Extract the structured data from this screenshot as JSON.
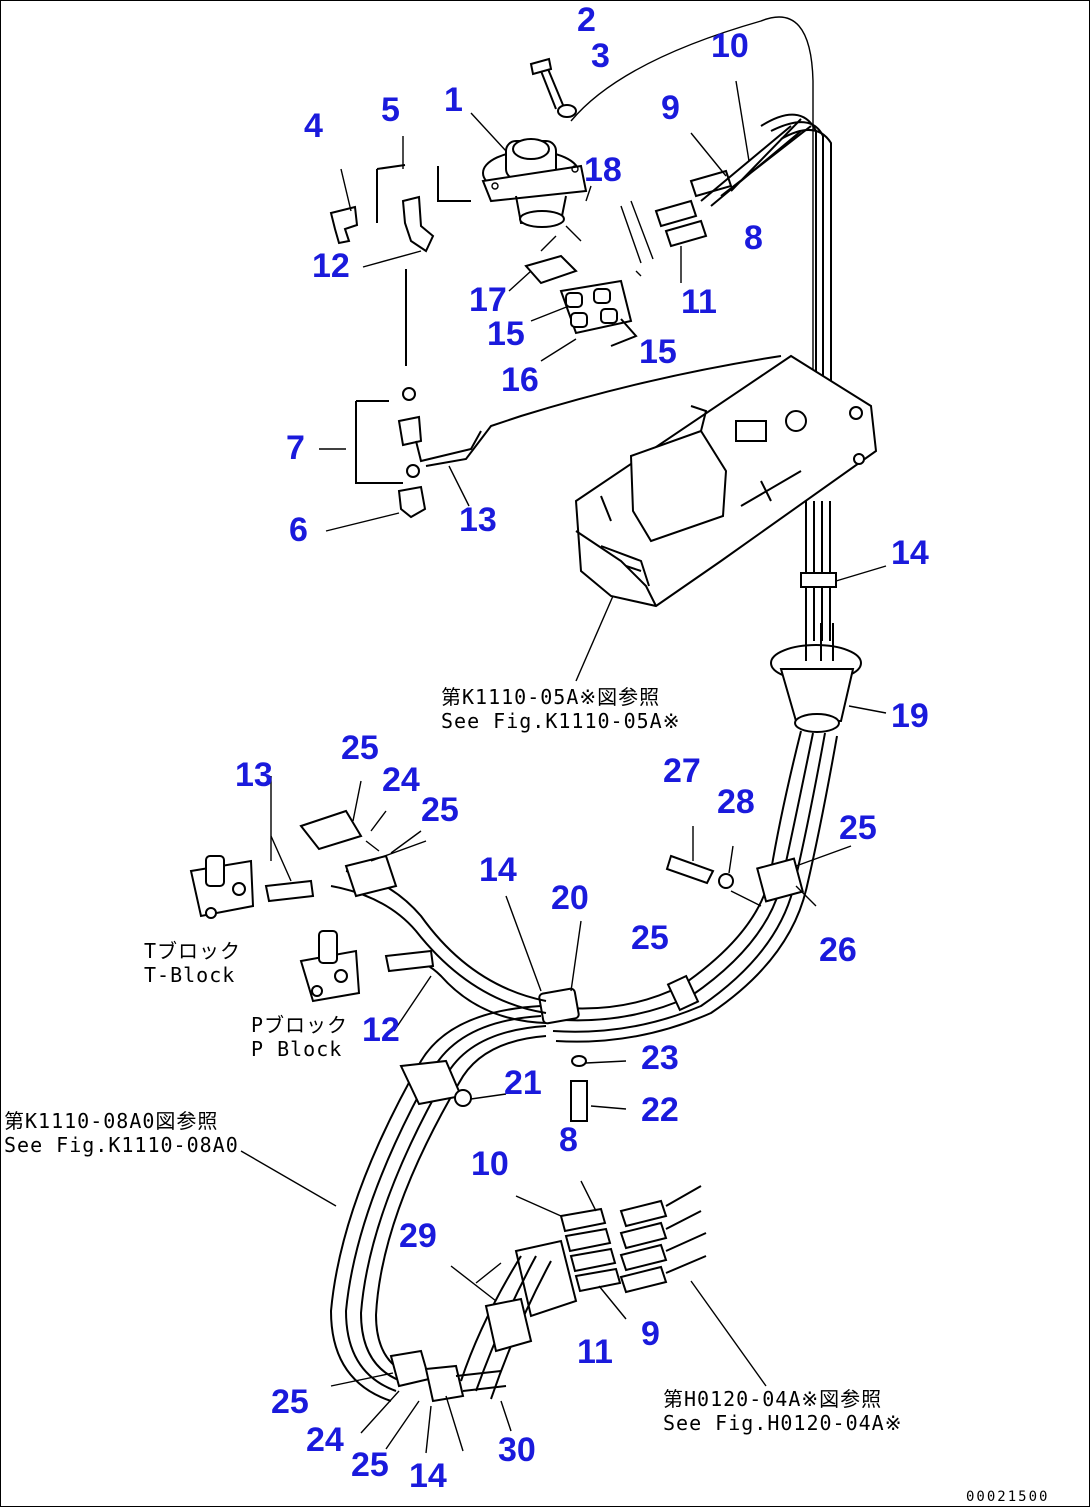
{
  "callouts": [
    {
      "text": "2"
    },
    {
      "text": "3"
    },
    {
      "text": "10"
    },
    {
      "text": "4"
    },
    {
      "text": "5"
    },
    {
      "text": "1"
    },
    {
      "text": "9"
    },
    {
      "text": "18"
    },
    {
      "text": "8"
    },
    {
      "text": "12"
    },
    {
      "text": "17"
    },
    {
      "text": "11"
    },
    {
      "text": "15"
    },
    {
      "text": "15"
    },
    {
      "text": "16"
    },
    {
      "text": "7"
    },
    {
      "text": "13"
    },
    {
      "text": "6"
    },
    {
      "text": "14"
    },
    {
      "text": "19"
    },
    {
      "text": "25"
    },
    {
      "text": "13"
    },
    {
      "text": "24"
    },
    {
      "text": "25"
    },
    {
      "text": "27"
    },
    {
      "text": "28"
    },
    {
      "text": "25"
    },
    {
      "text": "14"
    },
    {
      "text": "20"
    },
    {
      "text": "25"
    },
    {
      "text": "26"
    },
    {
      "text": "12"
    },
    {
      "text": "23"
    },
    {
      "text": "21"
    },
    {
      "text": "22"
    },
    {
      "text": "8"
    },
    {
      "text": "10"
    },
    {
      "text": "29"
    },
    {
      "text": "9"
    },
    {
      "text": "11"
    },
    {
      "text": "25"
    },
    {
      "text": "24"
    },
    {
      "text": "30"
    },
    {
      "text": "25"
    },
    {
      "text": "14"
    }
  ],
  "notes": {
    "ref_k111005": {
      "jp": "第K1110-05A※図参照",
      "en": "See Fig.K1110-05A※"
    },
    "t_block": {
      "jp": "Tブロック",
      "en": "T-Block"
    },
    "p_block": {
      "jp": "Pブロック",
      "en": "P Block"
    },
    "ref_k111008": {
      "jp": "第K1110-08A0図参照",
      "en": "See Fig.K1110-08A0"
    },
    "ref_h012004": {
      "jp": "第H0120-04A※図参照",
      "en": "See Fig.H0120-04A※"
    }
  },
  "drawing_code": "00021500",
  "colors": {
    "callout": "#1a1adc",
    "line": "#000000",
    "paper": "#ffffff"
  }
}
